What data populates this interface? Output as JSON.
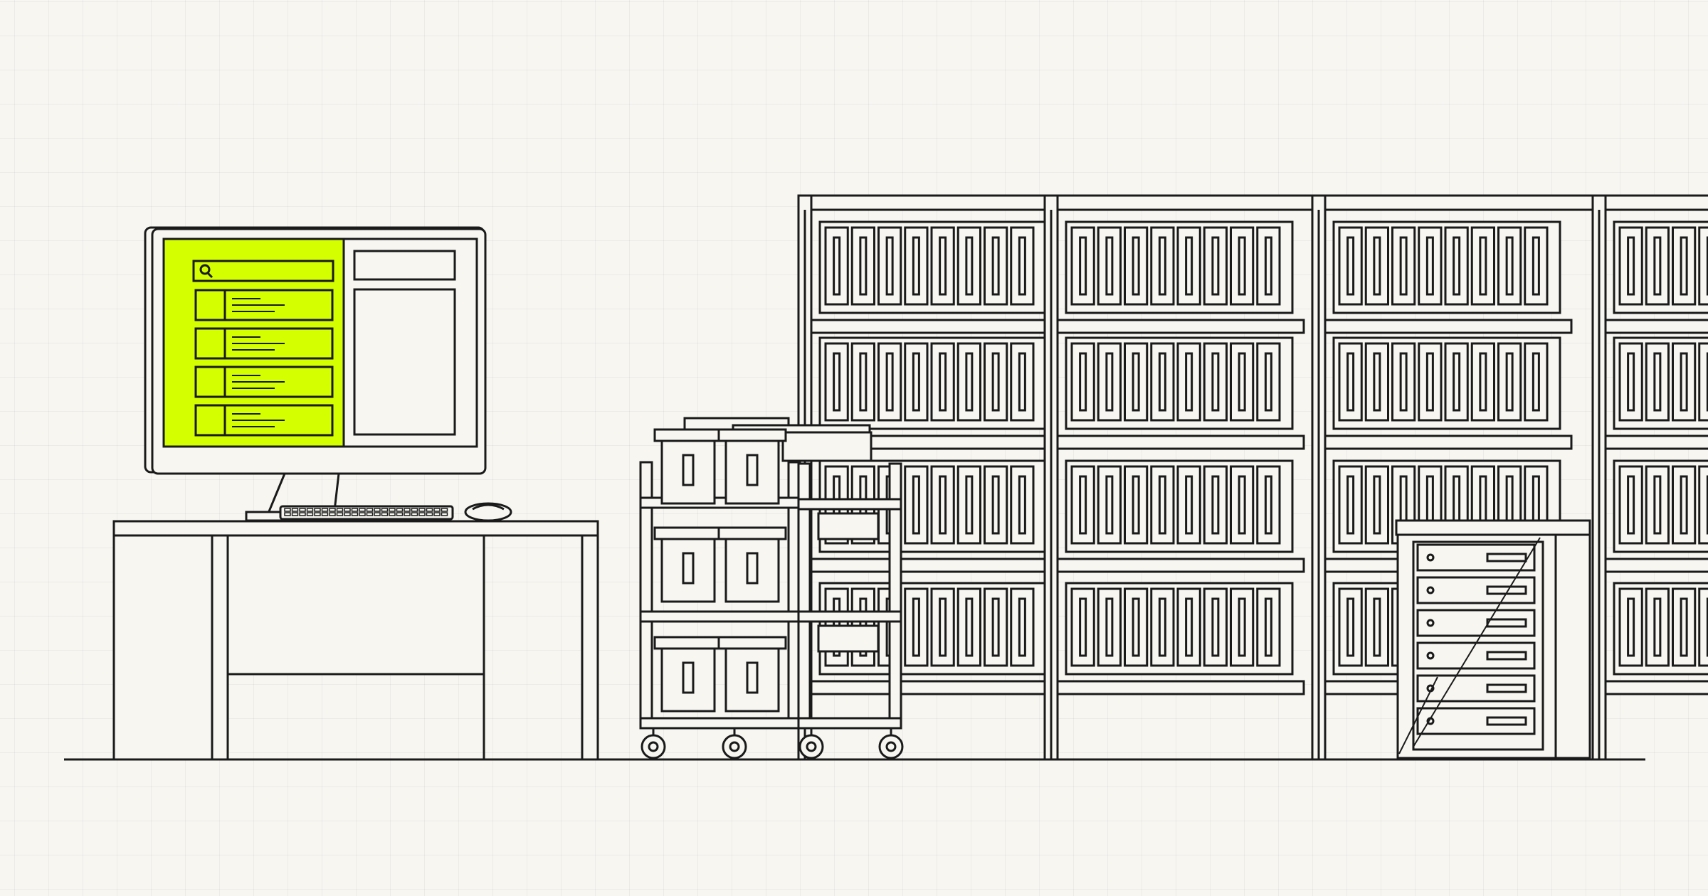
{
  "colors": {
    "ink": "#1a1a1a",
    "background": "#f7f6f1",
    "grid": "#e4e3dd",
    "accent": "#d4ff00",
    "paper": "#f7f6f1"
  },
  "scene": {
    "monitor": {
      "search_icon": "magnifier-icon",
      "list_item_count": 4
    },
    "shelving": {
      "bays": 4,
      "shelf_rows": 4,
      "binders_per_row": 8
    },
    "cart": {
      "bins_per_column": 3,
      "wheels": 4
    },
    "server_cabinet": {
      "drawers": 6
    }
  }
}
